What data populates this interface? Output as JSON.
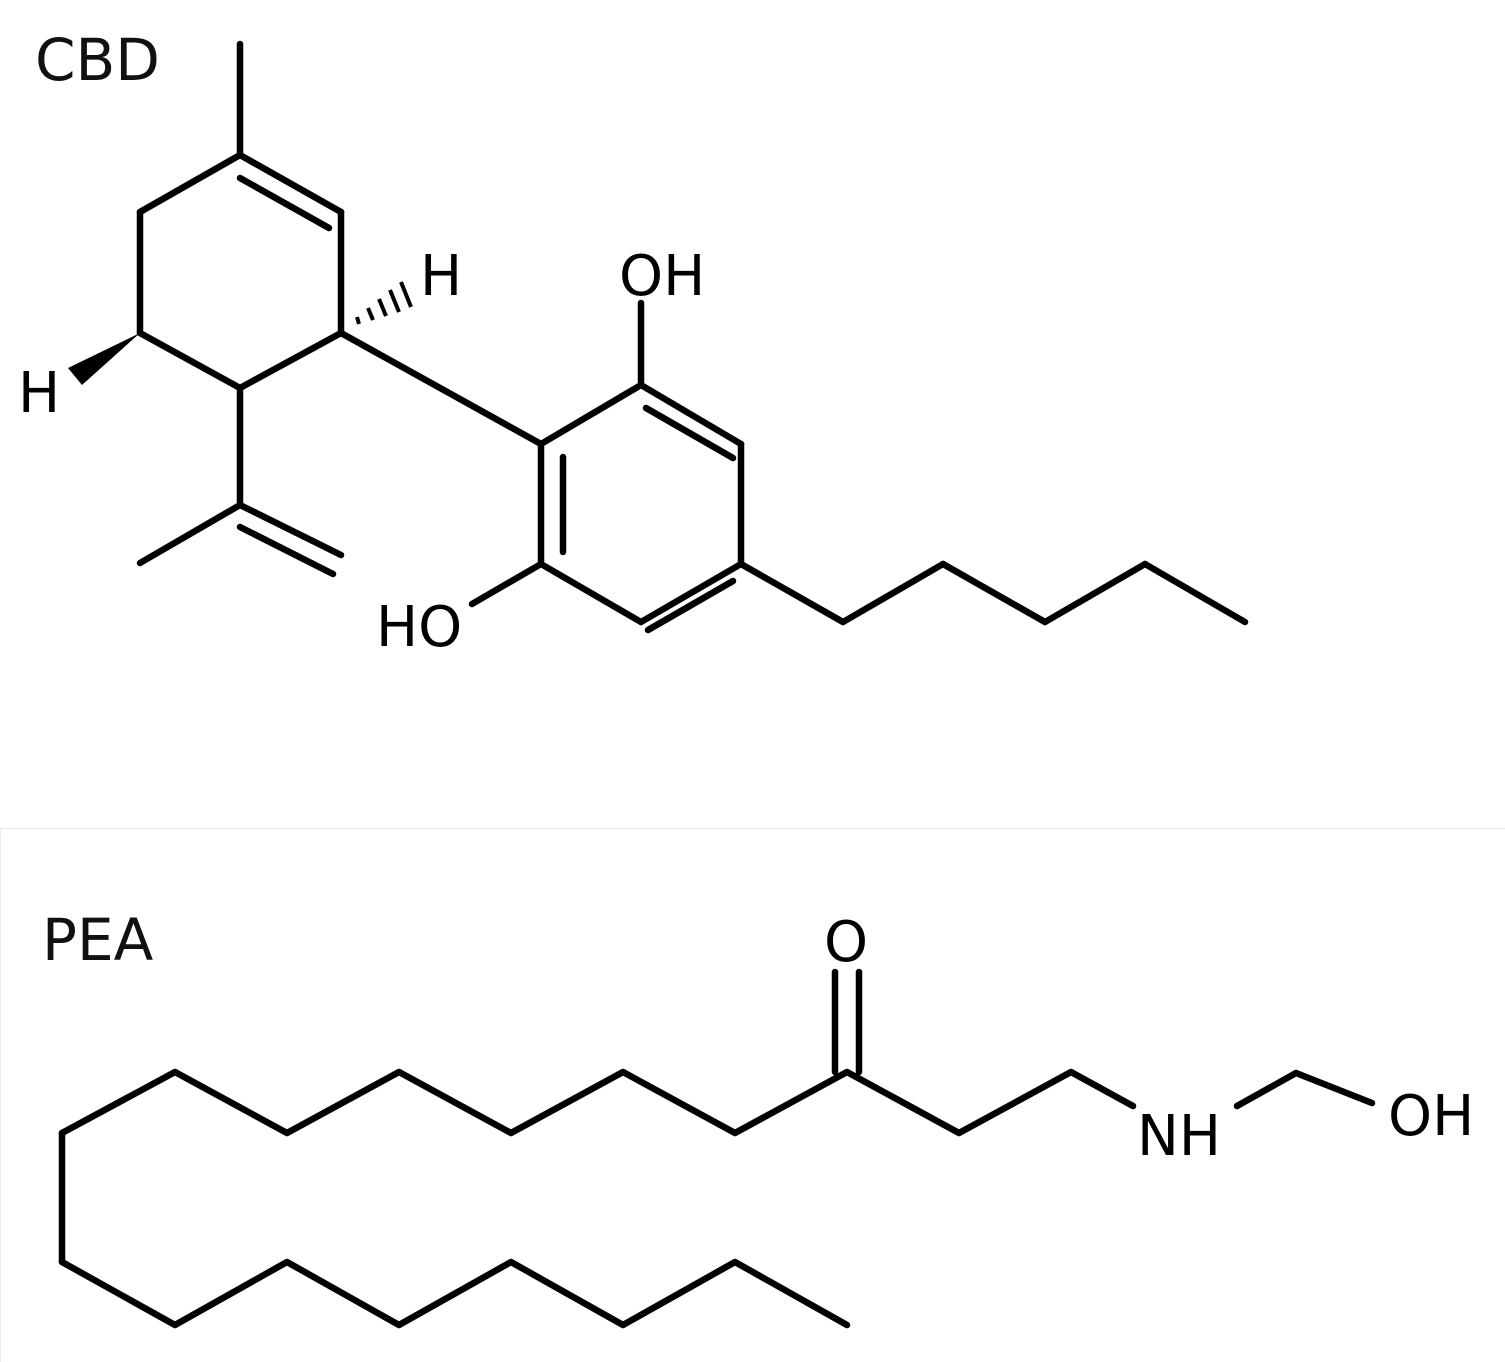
{
  "molecules": {
    "cbd": {
      "name": "CBD",
      "atoms": {
        "oh_top": "OH",
        "ho_bottom": "HO",
        "h_right": "H",
        "h_left": "H"
      }
    },
    "pea": {
      "name": "PEA",
      "atoms": {
        "oxygen": "O",
        "nh": "NH",
        "oh": "OH"
      }
    }
  }
}
